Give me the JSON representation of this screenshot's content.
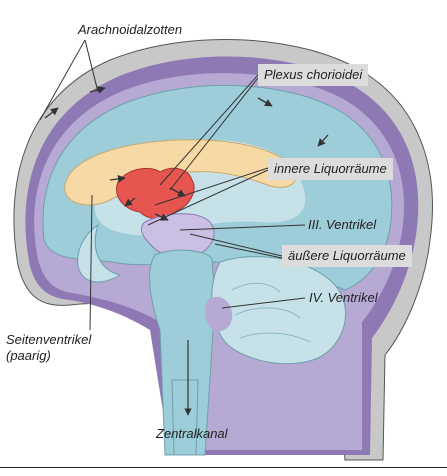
{
  "labels": {
    "arachnoidalzotten": "Arachnoidalzotten",
    "plexus_chorioidei": "Plexus chorioidei",
    "innere_liquorraeume": "innere Liquorräume",
    "iii_ventrikel": "III. Ventrikel",
    "aeussere_liquorraeume": "äußere Liquorräume",
    "iv_ventrikel": "IV. Ventrikel",
    "seitenventrikel_line1": "Seitenventrikel",
    "seitenventrikel_line2": "(paarig)",
    "zentralkanal": "Zentralkanal"
  },
  "colors": {
    "skull": "#c8c8c8",
    "dura_arachnoid": "#8f79b4",
    "subarachnoid_csf": "#b6a9d4",
    "brain": "#9ccdd8",
    "brain_light": "#c6e2e8",
    "ventricle": "#f6d9a4",
    "choroid_plexus": "#e6554f",
    "callout_box": "#dcdcdc",
    "line": "#333333"
  }
}
